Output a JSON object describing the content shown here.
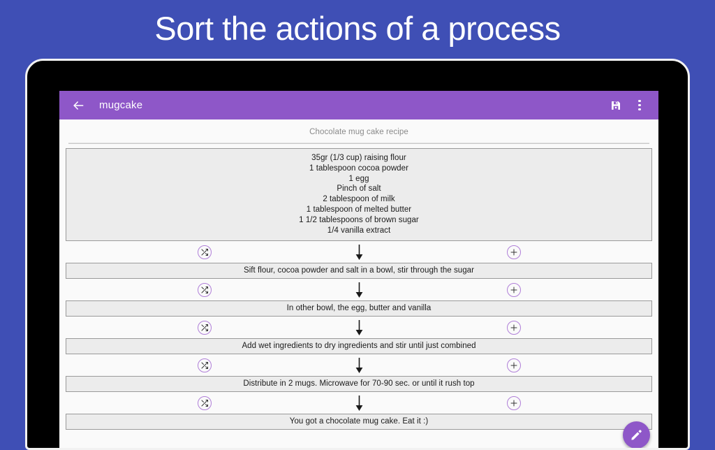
{
  "promo": {
    "headline": "Sort the actions of a process"
  },
  "colors": {
    "background": "#3f4fb5",
    "toolbar": "#8e57c8",
    "accent": "#8e57c8",
    "icon_outline": "#b07fd8",
    "box_fill": "#ececec",
    "box_border": "#9a9a9a",
    "subtitle_text": "#8a8a8a"
  },
  "app": {
    "toolbar": {
      "back_icon": "back-arrow-icon",
      "title": "mugcake",
      "save_icon": "save-floppy-icon",
      "overflow_icon": "overflow-menu-icon"
    },
    "recipe": {
      "subtitle": "Chocolate mug cake recipe",
      "ingredients": [
        "35gr (1/3 cup) raising flour",
        "1 tablespoon cocoa powder",
        "1 egg",
        "Pinch of salt",
        "2 tablespoon of milk",
        "1 tablespoon of melted butter",
        "1 1/2 tablespoons of brown sugar",
        "1/4 vanilla extract"
      ],
      "steps": [
        "Sift flour, cocoa powder and salt in a bowl, stir through the sugar",
        "In other bowl, the egg, butter and vanilla",
        "Add wet ingredients to dry ingredients and stir until just combined",
        "Distribute in 2 mugs. Microwave for 70-90 sec. or until it rush top",
        "You got a chocolate mug cake. Eat it :)"
      ],
      "connector_icons": {
        "shuffle": "shuffle-icon",
        "arrow": "arrow-down-icon",
        "add": "add-plus-icon"
      }
    },
    "fab": {
      "icon": "edit-pencil-icon"
    }
  }
}
